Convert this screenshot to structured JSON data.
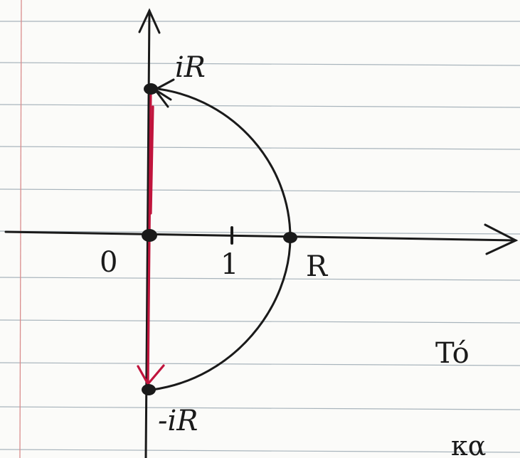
{
  "labels": {
    "top": "iR",
    "bottom": "-iR",
    "origin": "0",
    "one": "1",
    "radius": "R",
    "margin_word_1": "Tó",
    "margin_word_2": "κα"
  },
  "colors": {
    "ink": "#1a1a1a",
    "red_ink": "#c0143c",
    "ruled_line": "#a8b4bc",
    "margin_line": "#d98c8c",
    "paper": "#fbfbf9"
  }
}
